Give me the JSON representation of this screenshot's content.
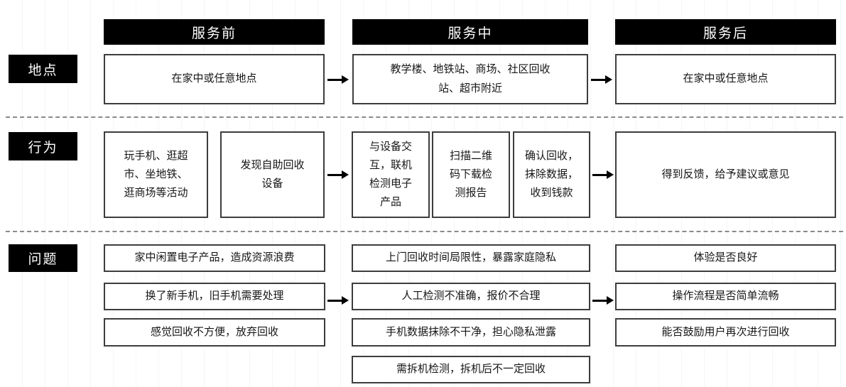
{
  "colors": {
    "header_bg": "#000000",
    "header_text": "#ffffff",
    "box_border": "#3d3d3d",
    "text": "#161616",
    "separator": "#8a8a8a",
    "background": "#ffffff"
  },
  "phases": {
    "before": "服务前",
    "during": "服务中",
    "after": "服务后"
  },
  "row_labels": {
    "location": "地点",
    "behavior": "行为",
    "problems": "问题"
  },
  "location": {
    "before": "在家中或任意地点",
    "during": "教学楼、地铁站、商场、社区回收站、超市附近",
    "after": "在家中或任意地点"
  },
  "behavior": {
    "before": [
      "玩手机、逛超市、坐地铁、逛商场等活动",
      "发现自助回收设备"
    ],
    "during": [
      "与设备交互，联机检测电子产品",
      "扫描二维码下载检测报告",
      "确认回收，抹除数据，收到钱款"
    ],
    "after": "得到反馈，给予建议或意见"
  },
  "problems": {
    "before": [
      "家中闲置电子产品，造成资源浪费",
      "换了新手机，旧手机需要处理",
      "感觉回收不方便，放弃回收"
    ],
    "during": [
      "上门回收时间局限性，暴露家庭隐私",
      "人工检测不准确，报价不合理",
      "手机数据抹除不干净，担心隐私泄露",
      "需拆机检测，拆机后不一定回收"
    ],
    "after": [
      "体验是否良好",
      "操作流程是否简单流畅",
      "能否鼓励用户再次进行回收"
    ]
  }
}
